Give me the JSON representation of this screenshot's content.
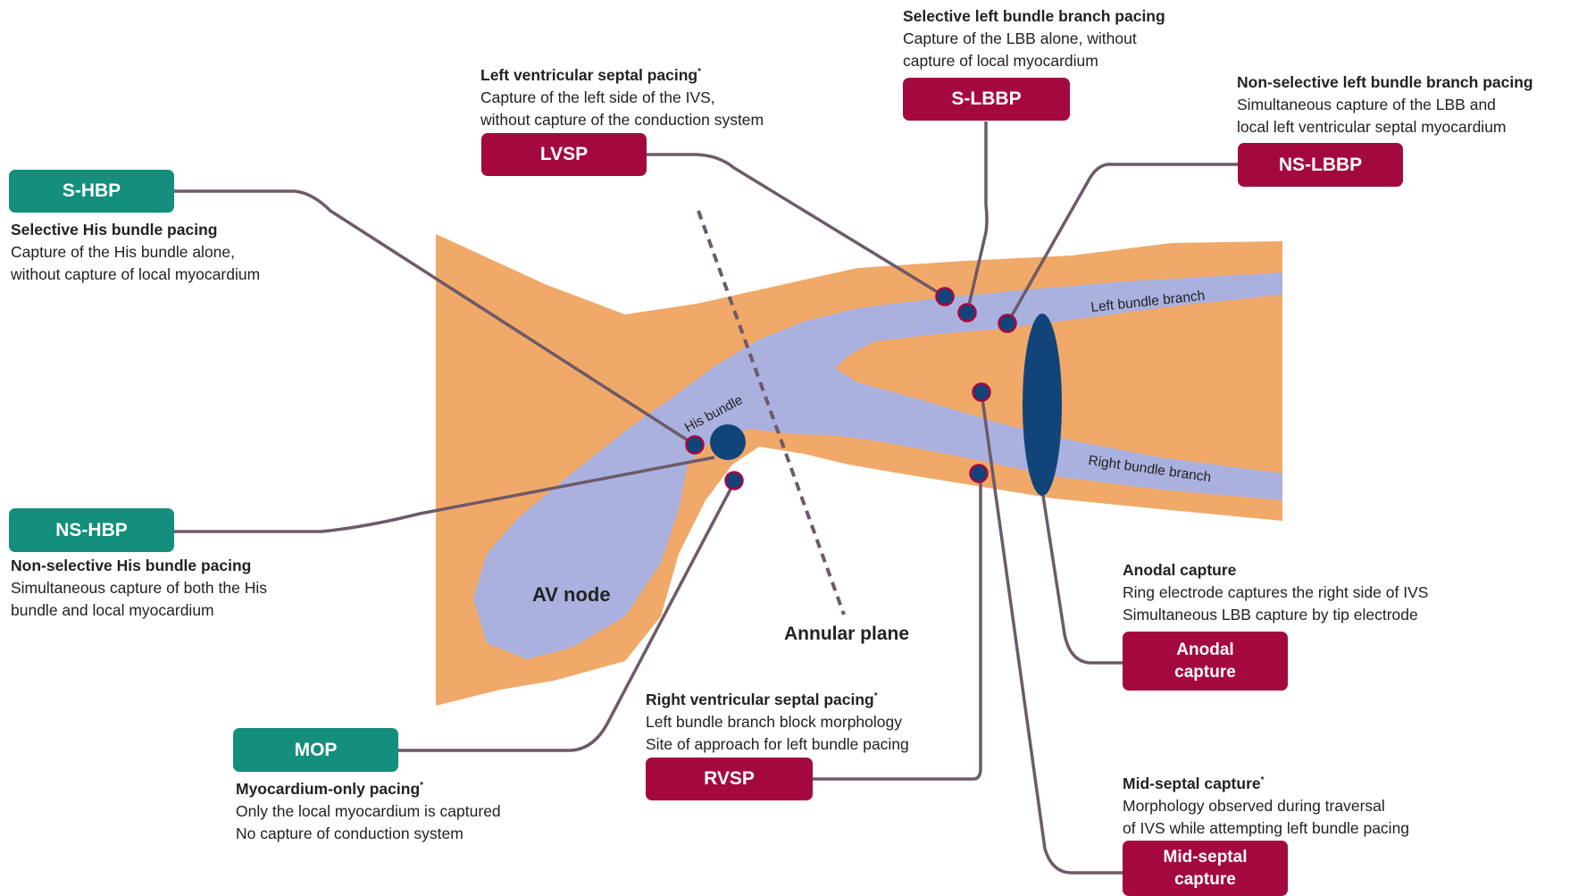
{
  "colors": {
    "myocardium": "#f0a968",
    "conduction": "#aab1de",
    "dot": "#11457a",
    "dot_outline": "#a3093f",
    "line": "#6e5a68",
    "green": "#138f7b",
    "red": "#a3093f"
  },
  "anatomy": {
    "his_bundle": "His bundle",
    "left_bundle_branch": "Left bundle branch",
    "right_bundle_branch": "Right bundle branch",
    "av_node": "AV node",
    "annular_plane": "Annular plane"
  },
  "lvsp": {
    "label": "LVSP",
    "title": "Left ventricular septal pacing",
    "mark": "*",
    "lines": [
      "Capture of the left side of the IVS,",
      "without capture of the conduction system"
    ]
  },
  "s_lbbp": {
    "label": "S-LBBP",
    "title": "Selective left bundle branch pacing",
    "lines": [
      "Capture of the LBB alone, without",
      "capture of local myocardium"
    ]
  },
  "ns_lbbp": {
    "label": "NS-LBBP",
    "title": "Non-selective left bundle branch pacing",
    "lines": [
      "Simultaneous capture of the LBB and",
      "local left ventricular septal myocardium"
    ]
  },
  "s_hbp": {
    "label": "S-HBP",
    "title": "Selective His bundle pacing",
    "lines": [
      "Capture of the His bundle alone,",
      "without capture of local myocardium"
    ]
  },
  "ns_hbp": {
    "label": "NS-HBP",
    "title": "Non-selective His bundle pacing",
    "lines": [
      "Simultaneous capture of both the His",
      "bundle and local myocardium"
    ]
  },
  "mop": {
    "label": "MOP",
    "title": "Myocardium-only pacing",
    "mark": "*",
    "lines": [
      "Only the local myocardium is captured",
      "No capture of conduction system"
    ]
  },
  "rvsp": {
    "label": "RVSP",
    "title": "Right ventricular septal pacing",
    "mark": "*",
    "lines": [
      "Left bundle branch block morphology",
      "Site of approach for left bundle pacing"
    ]
  },
  "anodal": {
    "label_1": "Anodal",
    "label_2": "capture",
    "title": "Anodal capture",
    "lines": [
      "Ring electrode captures the right side of IVS",
      "Simultaneous LBB capture by tip electrode"
    ]
  },
  "mid_septal": {
    "label_1": "Mid-septal",
    "label_2": "capture",
    "title": "Mid-septal capture",
    "mark": "*",
    "lines": [
      "Morphology observed during traversal",
      "of IVS while attempting left bundle pacing"
    ]
  }
}
